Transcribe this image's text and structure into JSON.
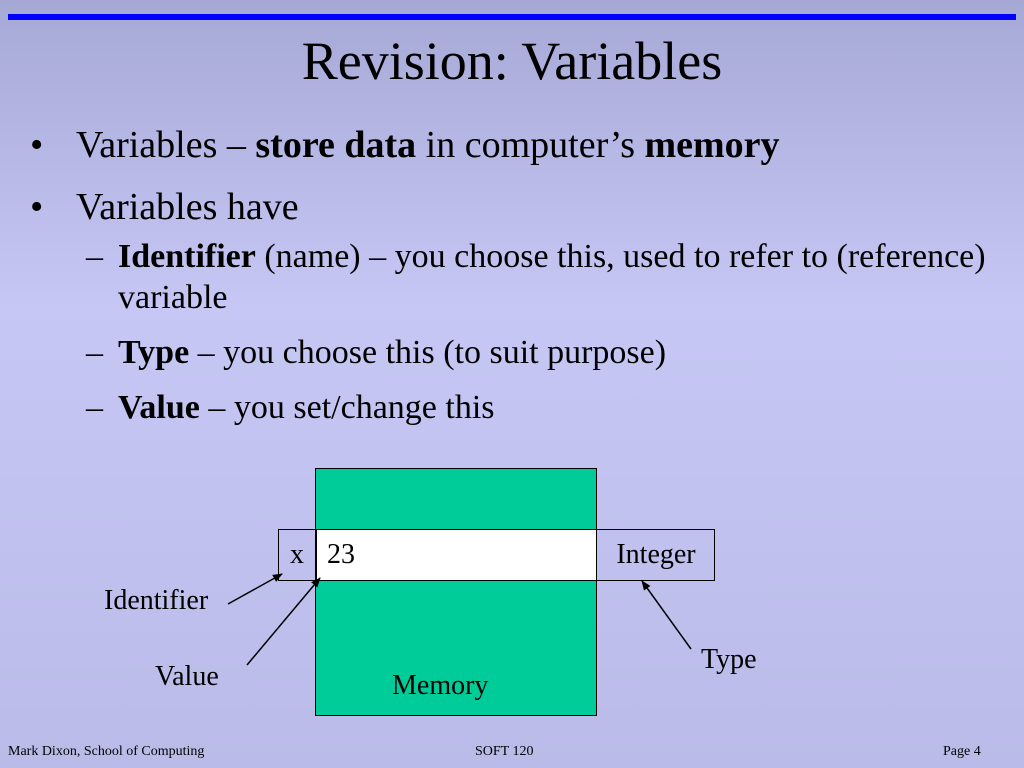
{
  "slide": {
    "title": "Revision: Variables",
    "bullets": [
      {
        "prefix": "Variables – ",
        "bold1": "store data",
        "middle": " in computer’s ",
        "bold2": "memory"
      },
      {
        "text": "Variables have"
      }
    ],
    "subbullets": [
      {
        "term": "Identifier",
        "desc": " (name) – you choose this, used to refer to (reference) variable"
      },
      {
        "term": "Type",
        "desc": " – you choose this (to suit purpose)"
      },
      {
        "term": "Value",
        "desc": " – you set/change this"
      }
    ],
    "bullet_glyph": "•",
    "dash_glyph": "–"
  },
  "diagram": {
    "identifier_value": "x",
    "value": "23",
    "type_value": "Integer",
    "label_identifier": "Identifier",
    "label_value": "Value",
    "label_type": "Type",
    "label_memory": "Memory",
    "memory_color": "#00cc99"
  },
  "footer": {
    "author": "Mark Dixon, School of Computing",
    "course": "SOFT 120",
    "page": "Page 4"
  },
  "colors": {
    "top_rule": "#0000ff",
    "background_top": "#a6a8d6",
    "background_mid": "#c6c7f4"
  }
}
